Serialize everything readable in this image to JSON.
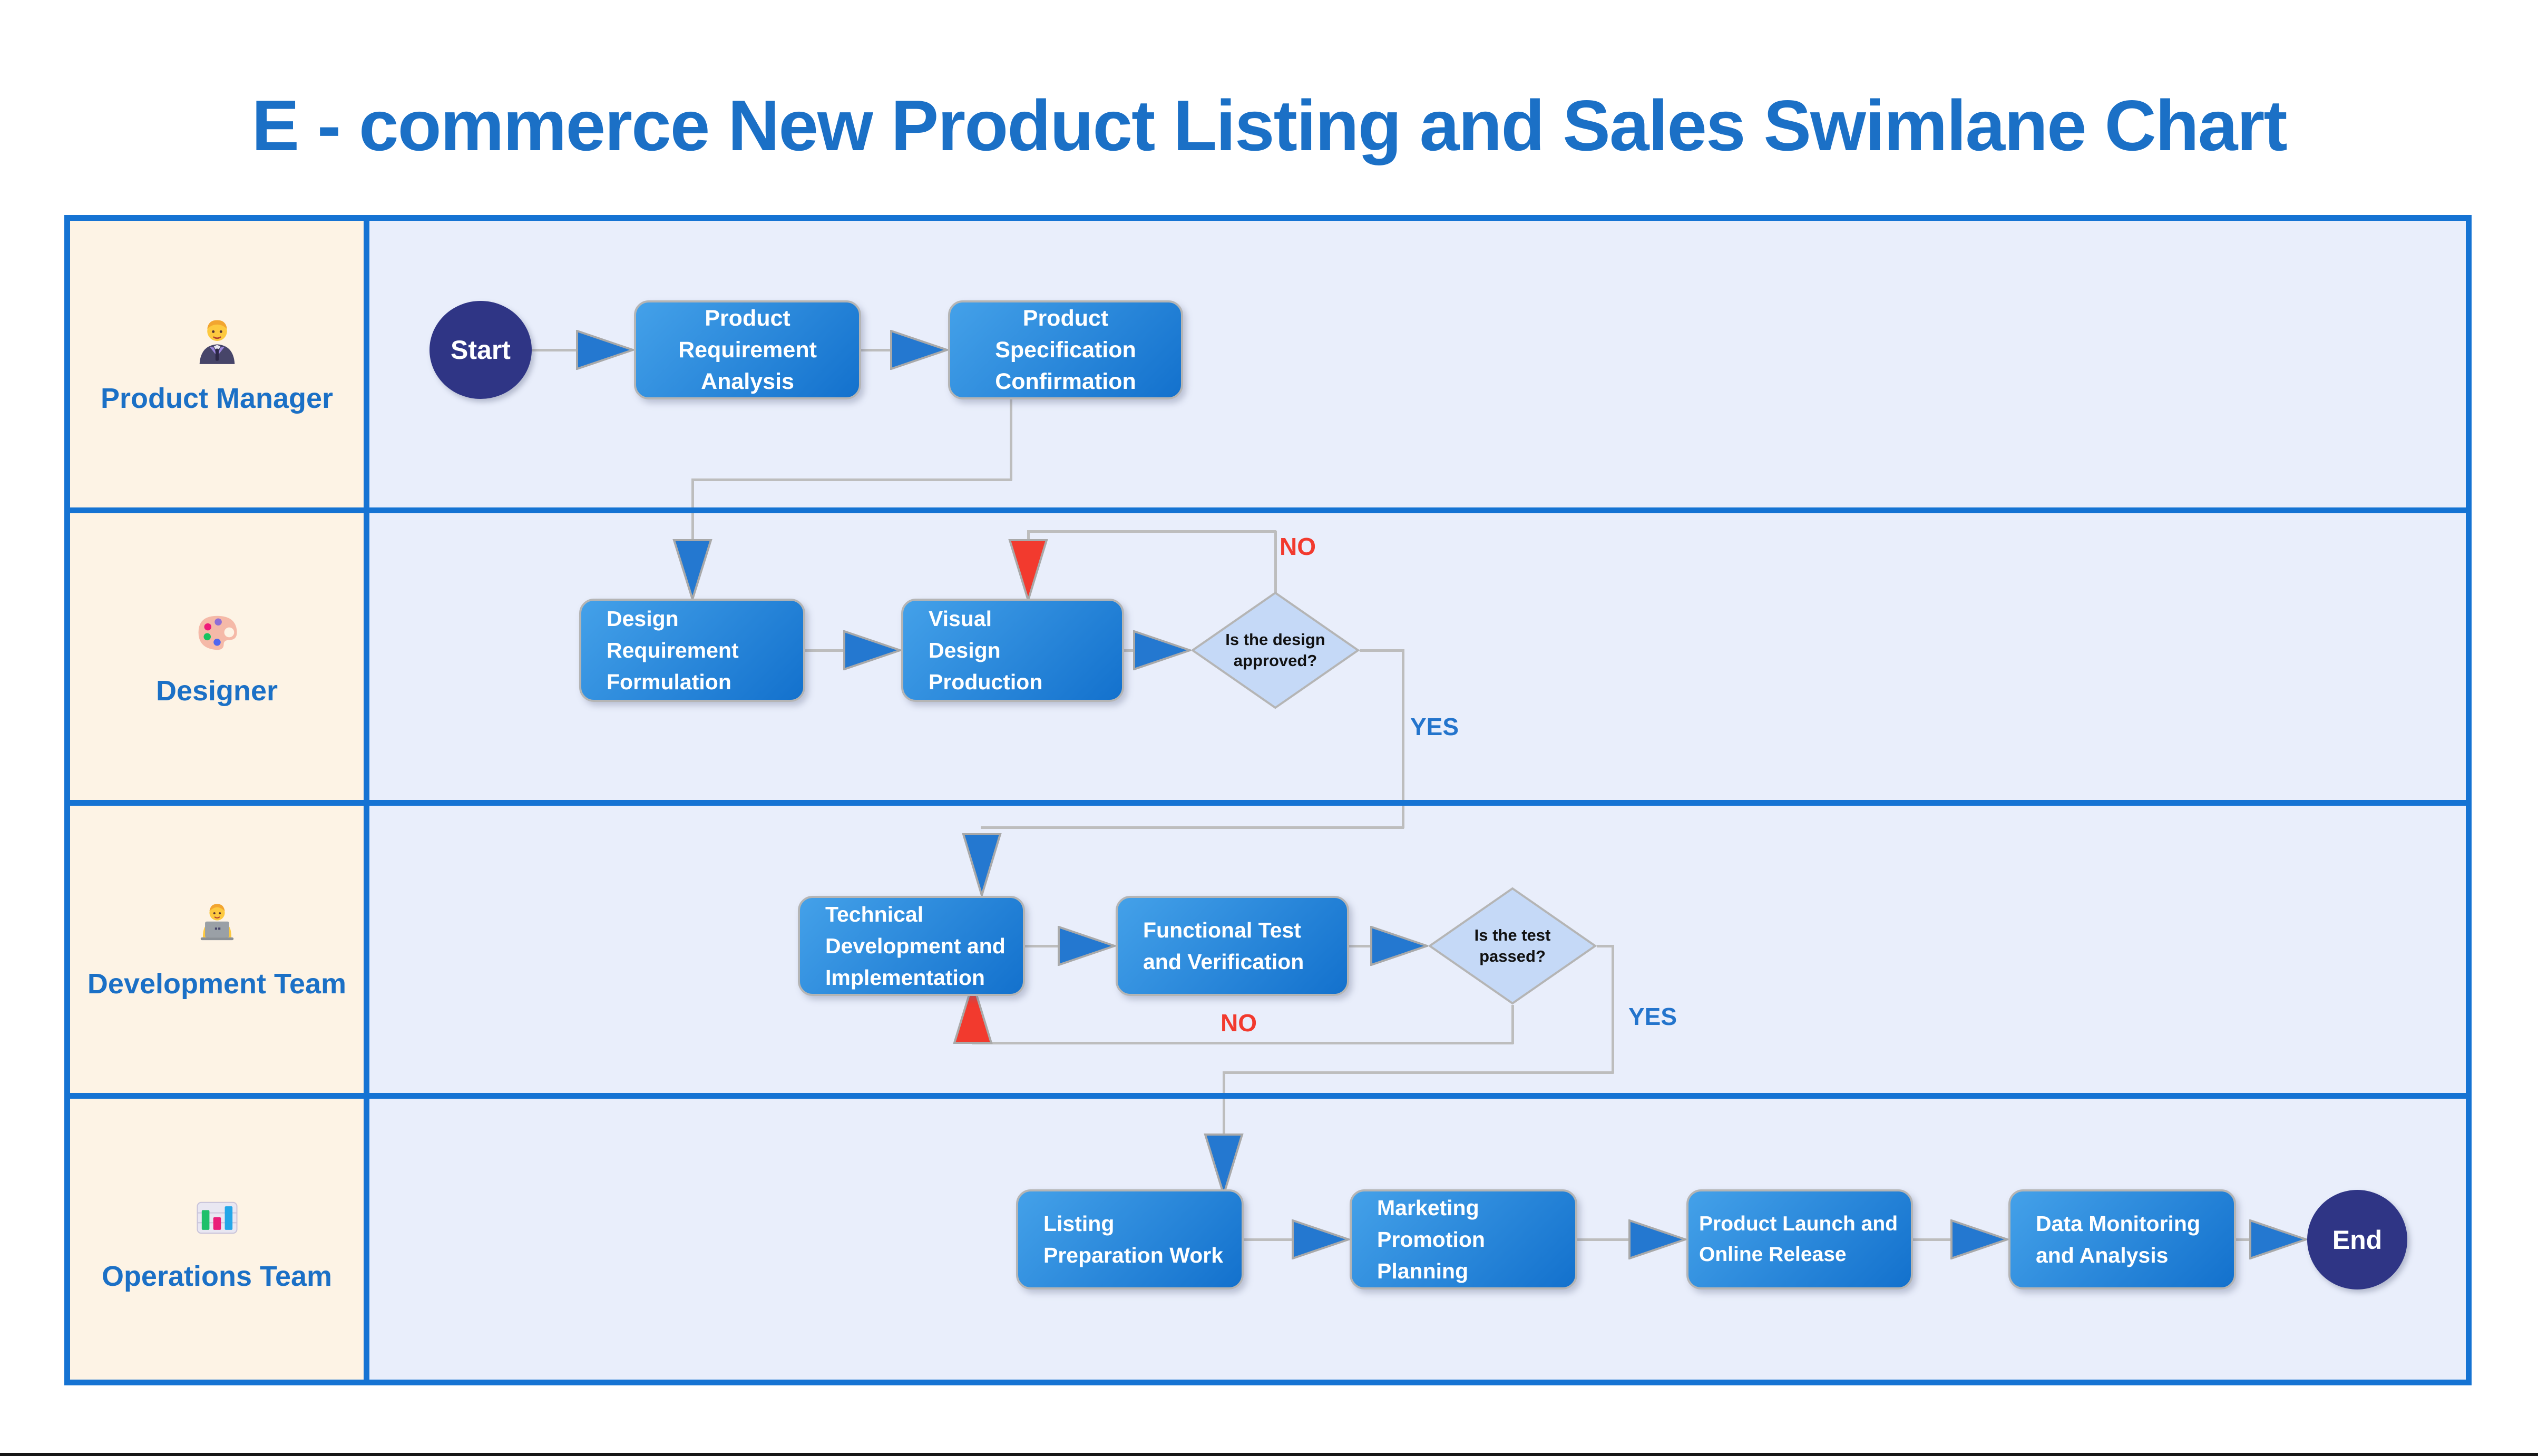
{
  "title": "E - commerce New Product Listing and Sales Swimlane Chart",
  "lanes": [
    {
      "label": "Product Manager",
      "icon": "business-person-icon"
    },
    {
      "label": "Designer",
      "icon": "palette-icon"
    },
    {
      "label": "Development Team",
      "icon": "technologist-icon"
    },
    {
      "label": "Operations Team",
      "icon": "bar-chart-icon"
    }
  ],
  "nodes": {
    "start": {
      "label": "Start",
      "type": "terminator"
    },
    "product_requirement_analysis": {
      "lines": [
        "Product",
        "Requirement",
        "Analysis"
      ],
      "type": "process"
    },
    "product_specification_confirmation": {
      "lines": [
        "Product",
        "Specification",
        "Confirmation"
      ],
      "type": "process"
    },
    "design_requirement_formulation": {
      "lines": [
        "Design",
        "Requirement",
        "Formulation"
      ],
      "type": "process"
    },
    "visual_design_production": {
      "lines": [
        "Visual",
        "Design",
        "Production"
      ],
      "type": "process"
    },
    "design_approved_decision": {
      "lines": [
        "Is the design",
        "approved?"
      ],
      "type": "decision"
    },
    "technical_development_implementation": {
      "lines": [
        "Technical",
        "Development and",
        "Implementation"
      ],
      "type": "process"
    },
    "functional_test_verification": {
      "lines": [
        "Functional Test",
        "and Verification"
      ],
      "type": "process"
    },
    "test_passed_decision": {
      "lines": [
        "Is the test",
        "passed?"
      ],
      "type": "decision"
    },
    "listing_preparation_work": {
      "lines": [
        "Listing",
        "Preparation Work"
      ],
      "type": "process"
    },
    "marketing_promotion_planning": {
      "lines": [
        "Marketing",
        "Promotion",
        "Planning"
      ],
      "type": "process"
    },
    "product_launch_online_release": {
      "lines": [
        "Product Launch and",
        "Online Release"
      ],
      "type": "process"
    },
    "data_monitoring_analysis": {
      "lines": [
        "Data Monitoring",
        "and Analysis"
      ],
      "type": "process"
    },
    "end": {
      "label": "End",
      "type": "terminator"
    }
  },
  "edge_labels": {
    "design_no": "NO",
    "design_yes": "YES",
    "test_no": "NO",
    "test_yes": "YES"
  },
  "colors": {
    "accent": "#1b70c6",
    "tableBorder": "#1573d3",
    "laneBg": "#e9eefb",
    "labelBg": "#fdf3e5",
    "boxLight": "#44a1e9",
    "boxDark": "#1371cd",
    "boxBorder": "#b5b5b5",
    "terminator": "#2f3585",
    "diamondFill": "#c5d9f7",
    "diamondBorder": "#b5b5b5",
    "line": "#bdbdbd",
    "arrow": "#2478d0",
    "arrowOutline": "#a9a9a9",
    "no": "#f23a2e",
    "yes": "#2374cc",
    "strip": "#161616"
  }
}
